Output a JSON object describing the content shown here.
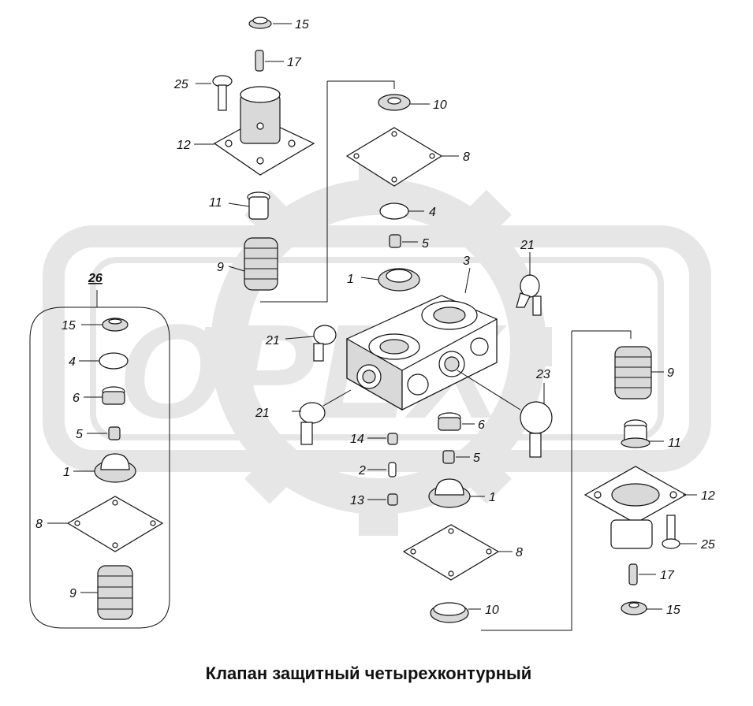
{
  "caption": "Клапан защитный четырехконтурный",
  "watermark": "ОРЕХ",
  "colors": {
    "watermark": "#e3e3e3",
    "line": "#111111",
    "background": "#ffffff"
  },
  "callouts": {
    "c15a": "15",
    "c17a": "17",
    "c25a": "25",
    "c10a": "10",
    "c12a": "12",
    "c8a": "8",
    "c11a": "11",
    "c4a": "4",
    "c5a": "5",
    "c9a": "9",
    "c1a": "1",
    "c3": "3",
    "c21a": "21",
    "c26": "26",
    "c15b": "15",
    "c21b": "21",
    "c4b": "4",
    "c6a": "6",
    "c21c": "21",
    "c23": "23",
    "c9b": "9",
    "c5b": "5",
    "c14": "14",
    "c6b": "6",
    "c11b": "11",
    "c5c": "5",
    "c2": "2",
    "c1b": "1",
    "c1c": "1",
    "c12b": "12",
    "c13": "13",
    "c8b": "8",
    "c8c": "8",
    "c25b": "25",
    "c9c": "9",
    "c17b": "17",
    "c10b": "10",
    "c15c": "15"
  }
}
